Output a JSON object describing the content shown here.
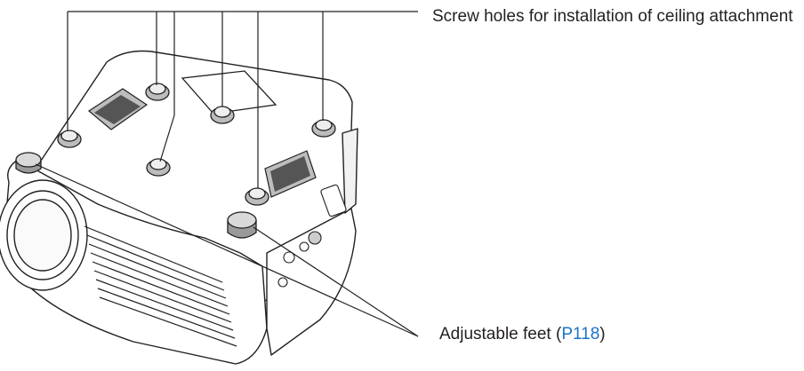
{
  "callouts": {
    "screw_holes": {
      "label": "Screw holes for installation of ceiling attachment"
    },
    "adjustable_feet": {
      "label": "Adjustable feet (",
      "page_ref": "P118",
      "label_close": ")"
    }
  },
  "colors": {
    "text": "#231f20",
    "link": "#1a73c8",
    "line": "#231f20"
  }
}
